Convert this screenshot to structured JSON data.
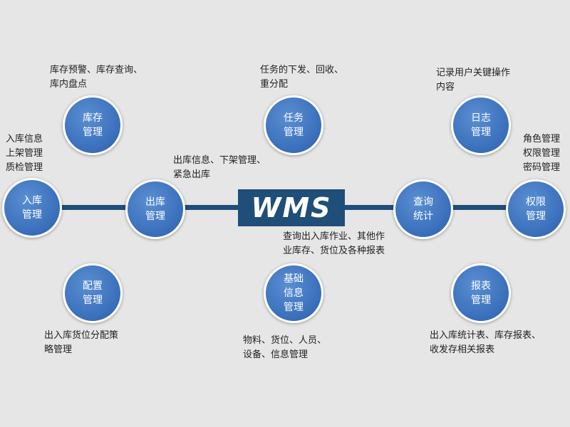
{
  "center": {
    "label": "WMS"
  },
  "nodes": {
    "inbound": "入库\n管理",
    "outbound": "出库\n管理",
    "inventory": "库存\n管理",
    "config": "配置\n管理",
    "task": "任务\n管理",
    "base_info": "基础\n信息\n管理",
    "query": "查询\n统计",
    "log": "日志\n管理",
    "report": "报表\n管理",
    "permission": "权限\n管理"
  },
  "descriptions": {
    "inventory": "库存预警、库存查询、\n库内盘点",
    "inbound": "入库信息\n上架管理\n质检管理",
    "outbound": "出库信息、下架管理、\n紧急出库",
    "config": "出入库货位分配策\n略管理",
    "task": "任务的下发、回收、\n重分配",
    "base_info": "物料、货位、人员、\n设备、信息管理",
    "query": "查询出入库作业、其他作\n业库存、货位及各种报表",
    "log": "记录用户关键操作\n内容",
    "permission": "角色管理\n权限管理\n密码管理",
    "report": "出入库统计表、库存报表、\n收发存相关报表"
  }
}
